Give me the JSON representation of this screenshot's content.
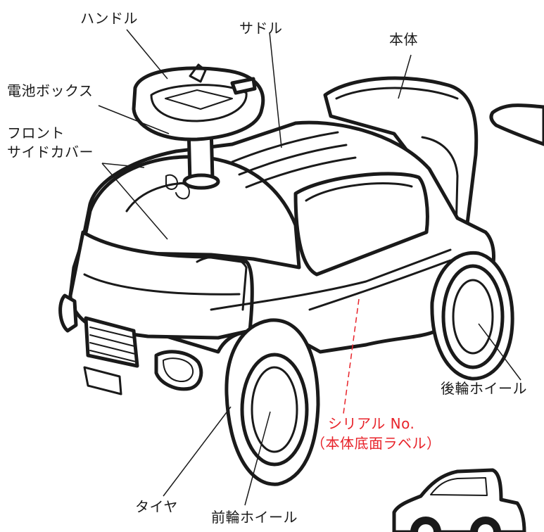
{
  "labels": {
    "handle": "ハンドル",
    "saddle": "サドル",
    "body": "本体",
    "battery_box": "電池ボックス",
    "front_side_cover_line1": "フロント",
    "front_side_cover_line2": "サイドカバー",
    "rear_wheel": "後輪ホイール",
    "serial_line1": "シリアル No.",
    "serial_line2": "（本体底面ラベル）",
    "tire": "タイヤ",
    "front_wheel": "前輪ホイール"
  },
  "colors": {
    "ink": "#1a1a1a",
    "serial": "#e8232a",
    "background": "#ffffff"
  }
}
